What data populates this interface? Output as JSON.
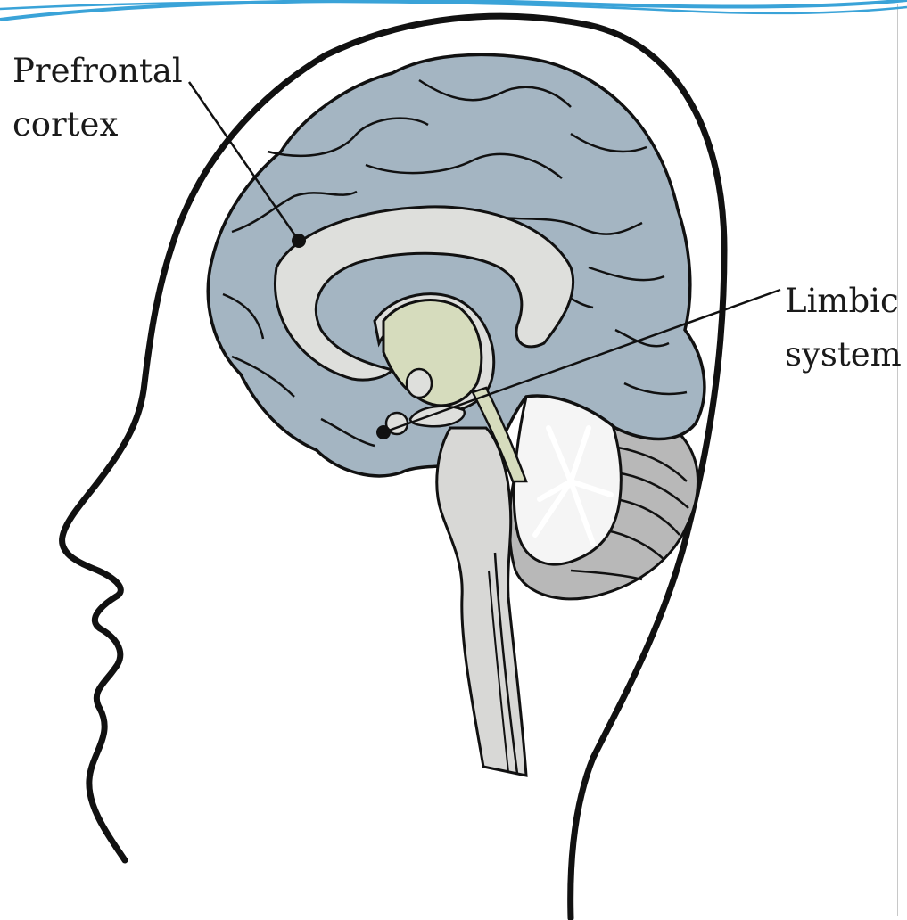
{
  "labels": {
    "prefrontal_line1": "Prefrontal",
    "prefrontal_line2": "cortex",
    "limbic_line1": "Limbic",
    "limbic_line2": "system"
  },
  "colors": {
    "cortex_fill": "#a4b5c2",
    "corpus_callosum_fill": "#dedfdc",
    "limbic_fill": "#d6dcbd",
    "brainstem_fill": "#d8d8d6",
    "cerebellum_white": "#f5f5f5",
    "cerebellum_fill": "#b8b8b8",
    "outline": "#111111",
    "accent_blue": "#3aa3d8"
  }
}
